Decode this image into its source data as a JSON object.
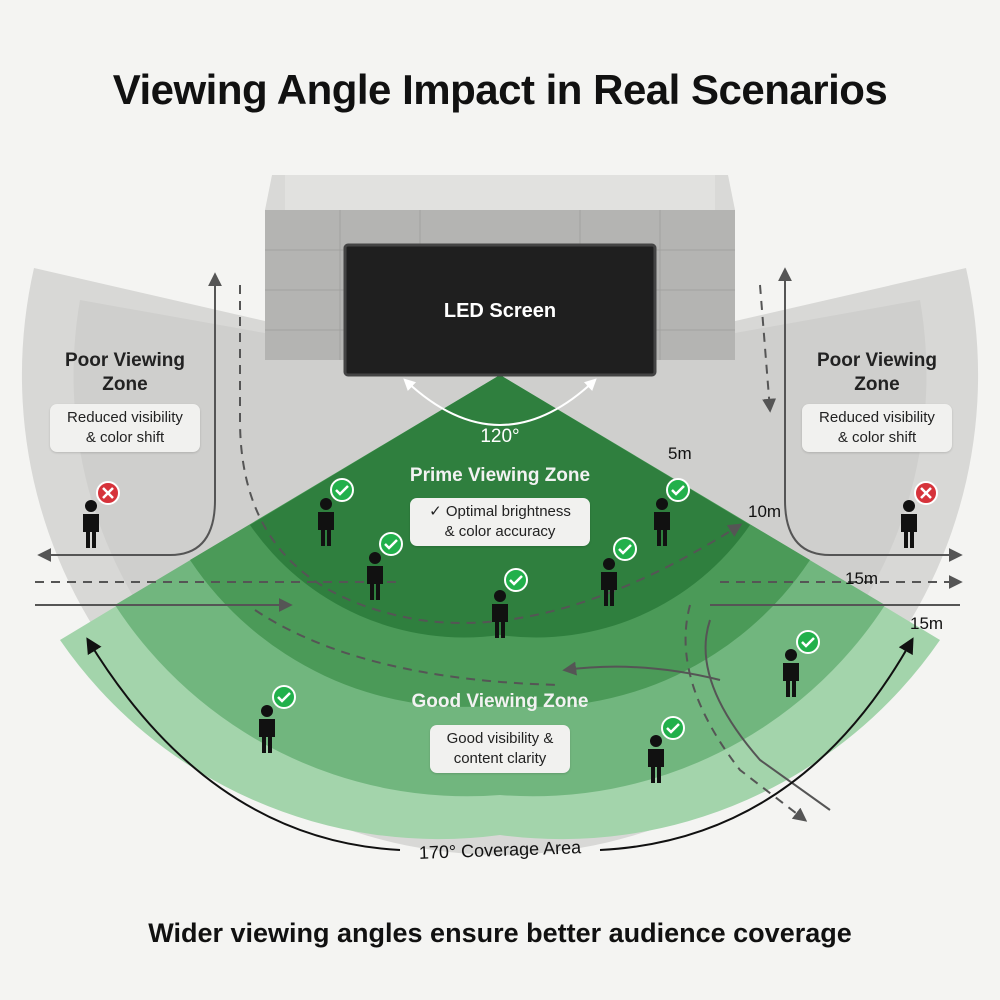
{
  "title": "Viewing Angle Impact in Real Scenarios",
  "footer": "Wider viewing angles ensure better audience coverage",
  "screen": {
    "label": "LED Screen",
    "angle_label": "120°"
  },
  "prime_zone": {
    "title": "Prime Viewing Zone",
    "description_line1": "✓ Optimal brightness",
    "description_line2": "& color accuracy"
  },
  "good_zone": {
    "title": "Good Viewing Zone",
    "description_line1": "Good visibility &",
    "description_line2": "content clarity"
  },
  "poor_zone_left": {
    "title_line1": "Poor Viewing",
    "title_line2": "Zone",
    "description_line1": "Reduced visibility",
    "description_line2": "& color shift"
  },
  "poor_zone_right": {
    "title_line1": "Poor Viewing",
    "title_line2": "Zone",
    "description_line1": "Reduced visibility",
    "description_line2": "& color shift"
  },
  "distances": {
    "d5": "5m",
    "d10": "10m",
    "d15a": "15m",
    "d15b": "15m"
  },
  "coverage_label": "170° Coverage Area",
  "colors": {
    "prime_green": "#2f7f3e",
    "good_green": "#6db27a",
    "outer_green": "#9dd0a6",
    "poor_gray": "#c7c7c7",
    "check_green": "#22b04b",
    "cross_red": "#d6333b"
  },
  "icons": {
    "good_viewer": "person-check-icon",
    "poor_viewer": "person-cross-icon"
  }
}
